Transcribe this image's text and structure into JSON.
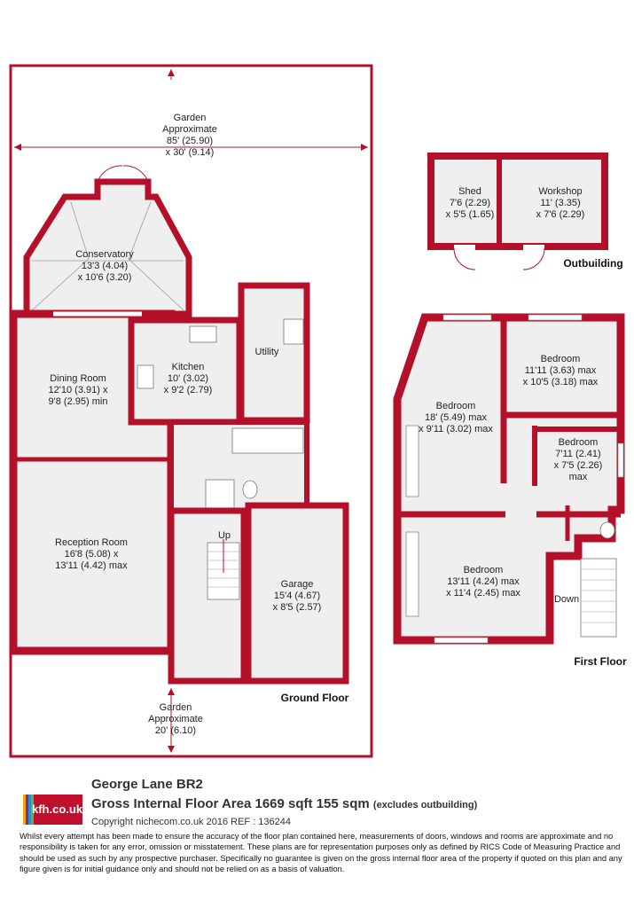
{
  "colors": {
    "wall": "#b5102a",
    "floor": "#efefef",
    "outline": "#b5102a"
  },
  "ground_floor": {
    "title": "Ground Floor",
    "garden_rear": {
      "name": "Garden",
      "line1": "Approximate",
      "line2": "85' (25.90)",
      "line3": "x 30' (9.14)"
    },
    "garden_front": {
      "name": "Garden",
      "line1": "Approximate",
      "line2": "20' (6.10)"
    },
    "conservatory": {
      "name": "Conservatory",
      "dim1": "13'3 (4.04)",
      "dim2": "x 10'6 (3.20)"
    },
    "dining": {
      "name": "Dining Room",
      "dim1": "12'10 (3.91) x",
      "dim2": "9'8 (2.95) min"
    },
    "kitchen": {
      "name": "Kitchen",
      "dim1": "10' (3.02)",
      "dim2": "x 9'2 (2.79)"
    },
    "utility": {
      "name": "Utility"
    },
    "reception": {
      "name": "Reception Room",
      "dim1": "16'8 (5.08) x",
      "dim2": "13'11 (4.42) max"
    },
    "garage": {
      "name": "Garage",
      "dim1": "15'4 (4.67)",
      "dim2": "x 8'5 (2.57)"
    },
    "stairs_label": "Up"
  },
  "outbuilding": {
    "title": "Outbuilding",
    "shed": {
      "name": "Shed",
      "dim1": "7'6 (2.29)",
      "dim2": "x 5'5 (1.65)"
    },
    "workshop": {
      "name": "Workshop",
      "dim1": "11' (3.35)",
      "dim2": "x 7'6 (2.29)"
    }
  },
  "first_floor": {
    "title": "First Floor",
    "bed_main": {
      "name": "Bedroom",
      "dim1": "18' (5.49) max",
      "dim2": "x 9'11 (3.02) max"
    },
    "bed_tr": {
      "name": "Bedroom",
      "dim1": "11'11 (3.63) max",
      "dim2": "x 10'5 (3.18) max"
    },
    "bed_small": {
      "name": "Bedroom",
      "dim1": "7'11 (2.41)",
      "dim2": "x 7'5 (2.26)",
      "dim3": "max"
    },
    "bed_bottom": {
      "name": "Bedroom",
      "dim1": "13'11 (4.24) max",
      "dim2": "x 11'4 (2.45) max"
    },
    "stairs_label": "Down"
  },
  "footer": {
    "logo": "kfh.co.uk",
    "logo_stripes": [
      "#f2a900",
      "#7a2c8c",
      "#2d8fd5",
      "#5bb947"
    ],
    "address": "George Lane  BR2",
    "gia_main": "Gross Internal Floor Area 1669 sqft 155 sqm",
    "gia_note": "(excludes outbuilding)",
    "copyright": "Copyright nichecom.co.uk 2016 REF : 136244",
    "disclaimer": "Whilst every attempt has been made to ensure the accuracy of the floor plan contained here, measurements of doors, windows and rooms are approximate and no responsibility is taken for any error, omission or misstatement.  These plans are for representation purposes only as defined by RICS Code of Measuring Practice and should be used as such by any prospective purchaser.  Specifically no guarantee is given on the gross internal floor area of the property if quoted on this plan and any figure given is for initial guidance only and should not be relied on as a basis of valuation."
  }
}
